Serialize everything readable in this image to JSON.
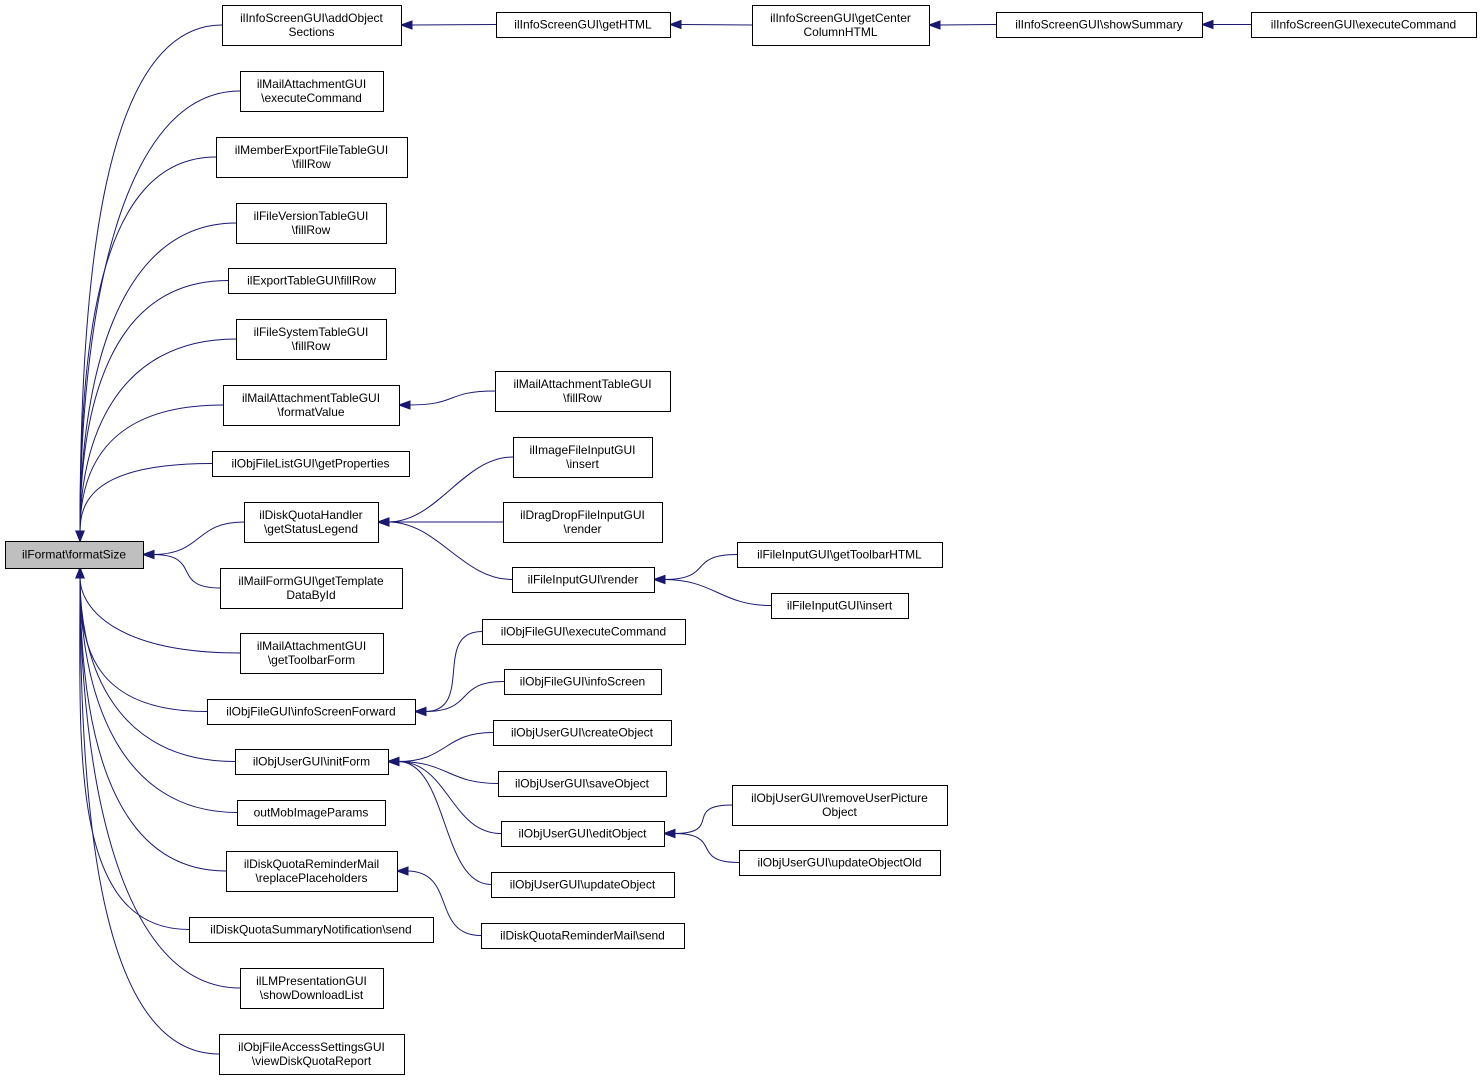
{
  "root_node": {
    "lines": [
      "ilFormat\\formatSize"
    ]
  },
  "nodes": {
    "n1": {
      "lines": [
        "ilInfoScreenGUI\\addObject",
        "Sections"
      ]
    },
    "n2": {
      "lines": [
        "ilMailAttachmentGUI",
        "\\executeCommand"
      ]
    },
    "n3": {
      "lines": [
        "ilMemberExportFileTableGUI",
        "\\fillRow"
      ]
    },
    "n4": {
      "lines": [
        "ilFileVersionTableGUI",
        "\\fillRow"
      ]
    },
    "n5": {
      "lines": [
        "ilExportTableGUI\\fillRow"
      ]
    },
    "n6": {
      "lines": [
        "ilFileSystemTableGUI",
        "\\fillRow"
      ]
    },
    "n7": {
      "lines": [
        "ilMailAttachmentTableGUI",
        "\\formatValue"
      ]
    },
    "n8": {
      "lines": [
        "ilObjFileListGUI\\getProperties"
      ]
    },
    "n9": {
      "lines": [
        "ilDiskQuotaHandler",
        "\\getStatusLegend"
      ]
    },
    "n10": {
      "lines": [
        "ilMailFormGUI\\getTemplate",
        "DataById"
      ]
    },
    "n11": {
      "lines": [
        "ilMailAttachmentGUI",
        "\\getToolbarForm"
      ]
    },
    "n12": {
      "lines": [
        "ilObjFileGUI\\infoScreenForward"
      ]
    },
    "n13": {
      "lines": [
        "ilObjUserGUI\\initForm"
      ]
    },
    "n14": {
      "lines": [
        "outMobImageParams"
      ]
    },
    "n15": {
      "lines": [
        "ilDiskQuotaReminderMail",
        "\\replacePlaceholders"
      ]
    },
    "n16": {
      "lines": [
        "ilDiskQuotaSummaryNotification\\send"
      ]
    },
    "n17": {
      "lines": [
        "ilLMPresentationGUI",
        "\\showDownloadList"
      ]
    },
    "n18": {
      "lines": [
        "ilObjFileAccessSettingsGUI",
        "\\viewDiskQuotaReport"
      ]
    },
    "m1": {
      "lines": [
        "ilInfoScreenGUI\\getHTML"
      ]
    },
    "m2": {
      "lines": [
        "ilInfoScreenGUI\\getCenter",
        "ColumnHTML"
      ]
    },
    "m3": {
      "lines": [
        "ilInfoScreenGUI\\showSummary"
      ]
    },
    "m4": {
      "lines": [
        "ilInfoScreenGUI\\executeCommand"
      ]
    },
    "m5": {
      "lines": [
        "ilMailAttachmentTableGUI",
        "\\fillRow"
      ]
    },
    "m6": {
      "lines": [
        "ilImageFileInputGUI",
        "\\insert"
      ]
    },
    "m7": {
      "lines": [
        "ilDragDropFileInputGUI",
        "\\render"
      ]
    },
    "m8": {
      "lines": [
        "ilFileInputGUI\\render"
      ]
    },
    "m9": {
      "lines": [
        "ilFileInputGUI\\getToolbarHTML"
      ]
    },
    "m10": {
      "lines": [
        "ilFileInputGUI\\insert"
      ]
    },
    "m11": {
      "lines": [
        "ilObjFileGUI\\executeCommand"
      ]
    },
    "m12": {
      "lines": [
        "ilObjFileGUI\\infoScreen"
      ]
    },
    "m13": {
      "lines": [
        "ilObjUserGUI\\createObject"
      ]
    },
    "m14": {
      "lines": [
        "ilObjUserGUI\\saveObject"
      ]
    },
    "m15": {
      "lines": [
        "ilObjUserGUI\\editObject"
      ]
    },
    "m16": {
      "lines": [
        "ilObjUserGUI\\updateObject"
      ]
    },
    "m17": {
      "lines": [
        "ilObjUserGUI\\removeUserPicture",
        "Object"
      ]
    },
    "m18": {
      "lines": [
        "ilObjUserGUI\\updateObjectOld"
      ]
    },
    "m19": {
      "lines": [
        "ilDiskQuotaReminderMail\\send"
      ]
    }
  },
  "edges": [
    {
      "from": "n1",
      "to": "root"
    },
    {
      "from": "n2",
      "to": "root"
    },
    {
      "from": "n3",
      "to": "root"
    },
    {
      "from": "n4",
      "to": "root"
    },
    {
      "from": "n5",
      "to": "root"
    },
    {
      "from": "n6",
      "to": "root"
    },
    {
      "from": "n7",
      "to": "root"
    },
    {
      "from": "n8",
      "to": "root"
    },
    {
      "from": "n9",
      "to": "root"
    },
    {
      "from": "n10",
      "to": "root"
    },
    {
      "from": "n11",
      "to": "root"
    },
    {
      "from": "n12",
      "to": "root"
    },
    {
      "from": "n13",
      "to": "root"
    },
    {
      "from": "n14",
      "to": "root"
    },
    {
      "from": "n15",
      "to": "root"
    },
    {
      "from": "n16",
      "to": "root"
    },
    {
      "from": "n17",
      "to": "root"
    },
    {
      "from": "n18",
      "to": "root"
    },
    {
      "from": "m1",
      "to": "n1"
    },
    {
      "from": "m2",
      "to": "m1"
    },
    {
      "from": "m3",
      "to": "m2"
    },
    {
      "from": "m4",
      "to": "m3"
    },
    {
      "from": "m5",
      "to": "n7"
    },
    {
      "from": "m6",
      "to": "n9"
    },
    {
      "from": "m7",
      "to": "n9"
    },
    {
      "from": "m8",
      "to": "n9"
    },
    {
      "from": "m9",
      "to": "m8"
    },
    {
      "from": "m10",
      "to": "m8"
    },
    {
      "from": "m11",
      "to": "n12"
    },
    {
      "from": "m12",
      "to": "n12"
    },
    {
      "from": "m13",
      "to": "n13"
    },
    {
      "from": "m14",
      "to": "n13"
    },
    {
      "from": "m15",
      "to": "n13"
    },
    {
      "from": "m16",
      "to": "n13"
    },
    {
      "from": "m17",
      "to": "m15"
    },
    {
      "from": "m18",
      "to": "m15"
    },
    {
      "from": "m19",
      "to": "n15"
    }
  ],
  "colors": {
    "edge": "#191970",
    "root_fill": "#bfbfbf",
    "node_fill": "#ffffff",
    "border": "#000000"
  }
}
